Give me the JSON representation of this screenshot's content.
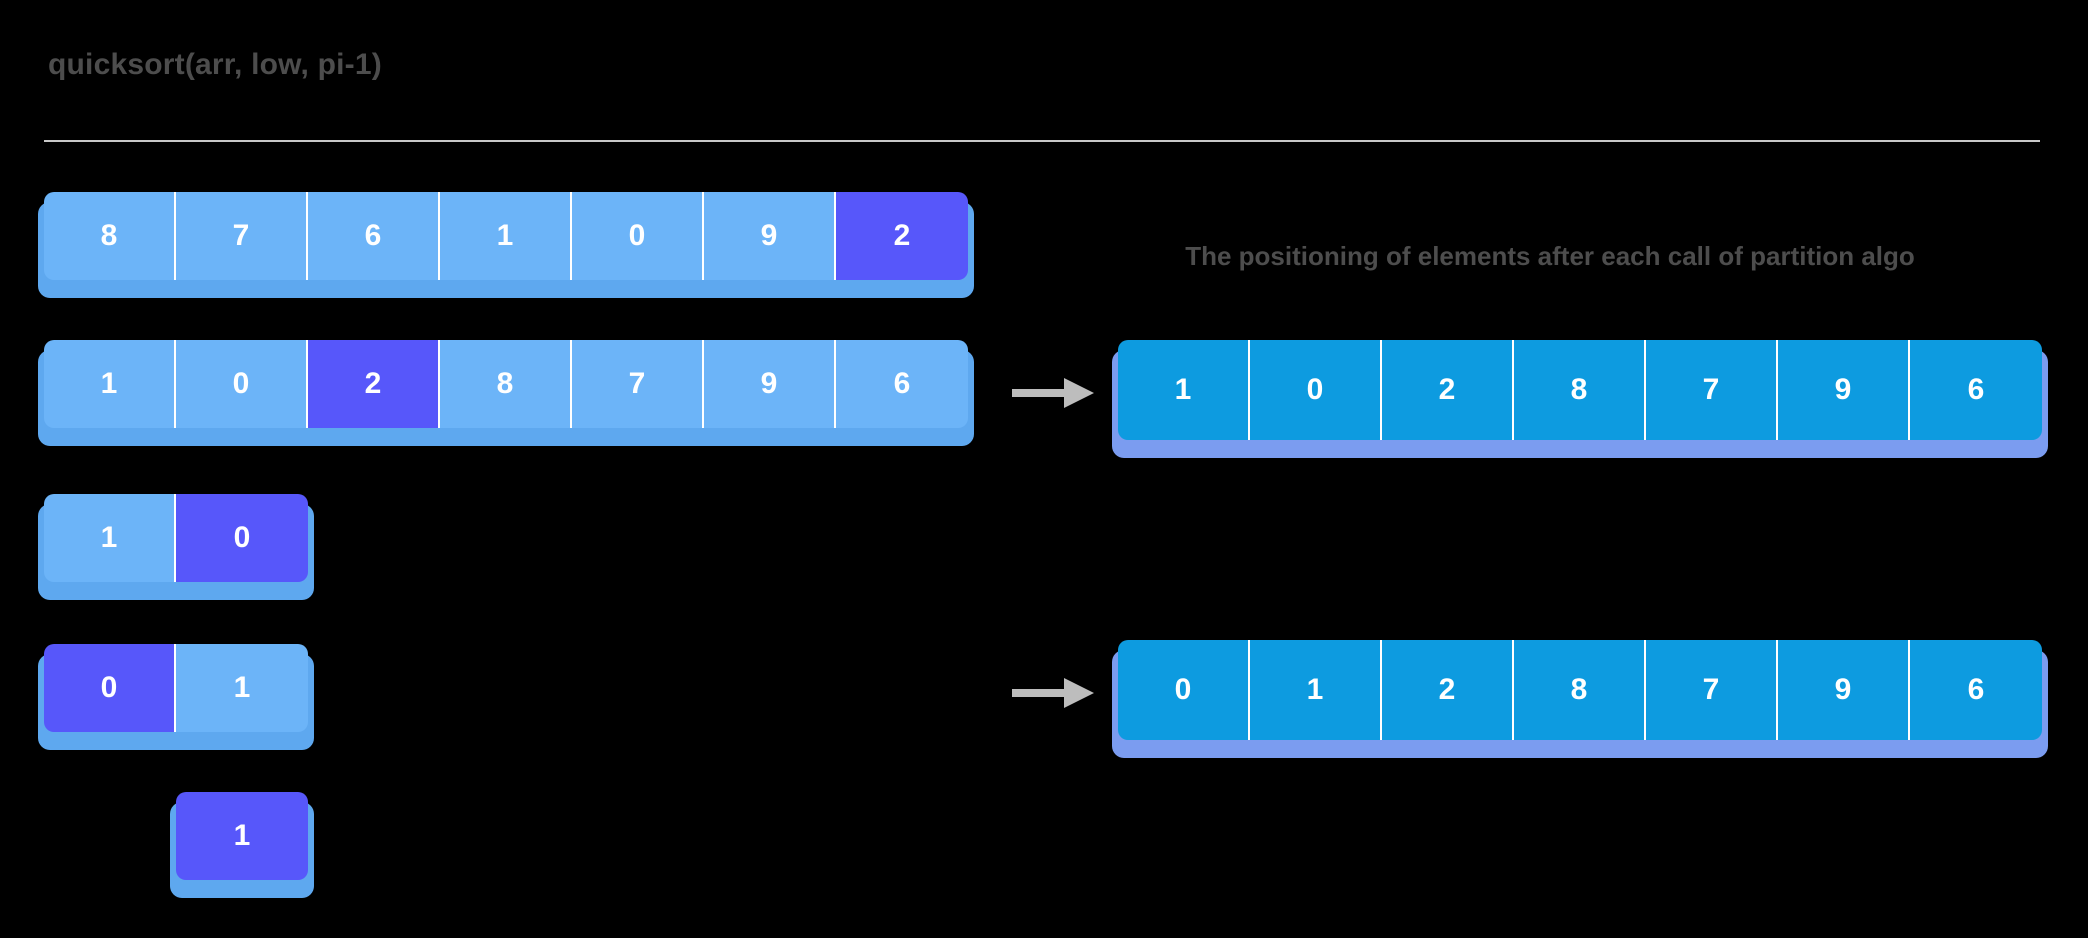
{
  "header": {
    "title": "quicksort(arr, low, pi-1)"
  },
  "right_panel": {
    "caption_line1": "The positioning of elements after each call of",
    "caption_line2": "partition algo"
  },
  "colors": {
    "background": "#000000",
    "cell_light_blue": "#6cb4f8",
    "cell_pivot_purple": "#5757fa",
    "cell_deep_blue": "#0d9be0",
    "shadow_light": "#5ea8ef",
    "shadow_deep": "#7b9cf0",
    "text_gray": "#4d4d4d",
    "divider_gray": "#c9c9c9",
    "arrow_gray": "#bdbdbd",
    "cell_text": "#ffffff"
  },
  "left_arrays": [
    {
      "name": "left-array-1",
      "values": [
        "8",
        "7",
        "6",
        "1",
        "0",
        "9",
        "2"
      ],
      "pivot_index": 6
    },
    {
      "name": "left-array-2",
      "values": [
        "1",
        "0",
        "2",
        "8",
        "7",
        "9",
        "6"
      ],
      "pivot_index": 2
    },
    {
      "name": "left-array-3",
      "values": [
        "1",
        "0"
      ],
      "pivot_index": 1
    },
    {
      "name": "left-array-4",
      "values": [
        "0",
        "1"
      ],
      "pivot_index": 0
    },
    {
      "name": "left-array-5",
      "values": [
        "1"
      ],
      "pivot_index": 0
    }
  ],
  "right_arrays": [
    {
      "name": "right-array-1",
      "values": [
        "1",
        "0",
        "2",
        "8",
        "7",
        "9",
        "6"
      ]
    },
    {
      "name": "right-array-2",
      "values": [
        "0",
        "1",
        "2",
        "8",
        "7",
        "9",
        "6"
      ]
    }
  ],
  "arrows": [
    {
      "name": "arrow-to-right-array-1"
    },
    {
      "name": "arrow-to-right-array-2"
    }
  ]
}
